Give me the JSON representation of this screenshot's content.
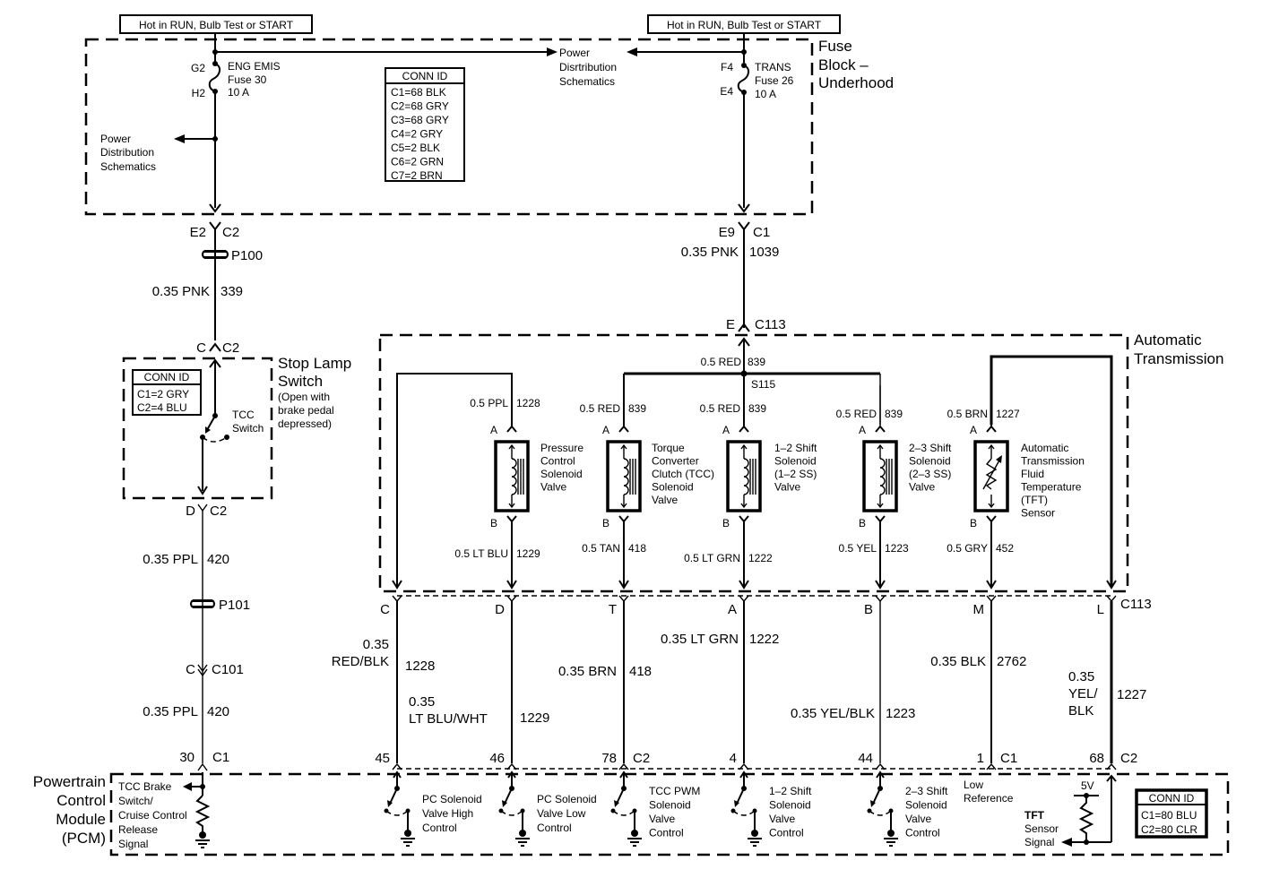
{
  "power_labels": {
    "left": "Hot in RUN, Bulb Test or START",
    "right": "Hot in RUN, Bulb Test or START"
  },
  "fuse_block": {
    "title": [
      "Fuse",
      "Block –",
      "Underhood"
    ],
    "fuse_left": {
      "pin_top": "G2",
      "pin_bottom": "H2",
      "name": "ENG EMIS",
      "fuse": "Fuse 30",
      "rating": "10 A"
    },
    "fuse_right": {
      "pin_top": "F4",
      "pin_bottom": "E4",
      "name": "TRANS",
      "fuse": "Fuse 26",
      "rating": "10 A"
    },
    "power_dist_left": [
      "Power",
      "Distribution",
      "Schematics"
    ],
    "power_dist_center": [
      "Power",
      "Disrtribution",
      "Schematics"
    ],
    "conn_id": {
      "title": "CONN ID",
      "items": [
        "C1=68 BLK",
        "C2=68 GRY",
        "C3=68 GRY",
        "C4=2 GRY",
        "C5=2 BLK",
        "C6=2 GRN",
        "C7=2 BRN"
      ]
    }
  },
  "left_circuit": {
    "fb_conn": {
      "pin": "E2",
      "conn": "C2"
    },
    "p100": "P100",
    "wire1": {
      "gauge": "0.35 PNK",
      "circuit": "339"
    },
    "sls_conn_top": {
      "pin": "C",
      "conn": "C2"
    },
    "sls_conn_bottom": {
      "pin": "D",
      "conn": "C2"
    },
    "wire2": {
      "gauge": "0.35 PPL",
      "circuit": "420"
    },
    "p101": "P101",
    "c101": {
      "pin": "C",
      "conn": "C101"
    },
    "wire3": {
      "gauge": "0.35 PPL",
      "circuit": "420"
    },
    "pcm_conn": {
      "pin": "30",
      "conn": "C1"
    }
  },
  "stop_lamp_switch": {
    "title": [
      "Stop Lamp",
      "Switch"
    ],
    "note": [
      "(Open with",
      "brake pedal",
      "depressed)"
    ],
    "switch_label": [
      "TCC",
      "Switch"
    ],
    "conn_id": {
      "title": "CONN ID",
      "items": [
        "C1=2 GRY",
        "C2=4 BLU"
      ]
    }
  },
  "right_feed": {
    "fb_conn": {
      "pin": "E9",
      "conn": "C1"
    },
    "wire": {
      "gauge": "0.35 PNK",
      "circuit": "1039"
    },
    "c113": {
      "pin": "E",
      "conn": "C113"
    }
  },
  "transmission": {
    "title": [
      "Automatic",
      "Transmission"
    ],
    "feed_wire": {
      "gauge": "0.5 RED",
      "circuit": "839"
    },
    "splice": "S115",
    "components": [
      {
        "id": "pc",
        "name": [
          "Pressure",
          "Control",
          "Solenoid",
          "Valve"
        ],
        "pin_a": "A",
        "pin_b": "B",
        "wire_a": {
          "gauge": "0.5 PPL",
          "circuit": "1228"
        },
        "wire_b": {
          "gauge": "0.5 LT BLU",
          "circuit": "1229"
        }
      },
      {
        "id": "tcc",
        "name": [
          "Torque",
          "Converter",
          "Clutch (TCC)",
          "Solenoid",
          "Valve"
        ],
        "pin_a": "A",
        "pin_b": "B",
        "wire_a": {
          "gauge": "0.5 RED",
          "circuit": "839"
        },
        "wire_b": {
          "gauge": "0.5 TAN",
          "circuit": "418"
        }
      },
      {
        "id": "ss12",
        "name": [
          "1–2 Shift",
          "Solenoid",
          "(1–2 SS)",
          "Valve"
        ],
        "pin_a": "A",
        "pin_b": "B",
        "wire_a": {
          "gauge": "0.5 RED",
          "circuit": "839"
        },
        "wire_b": {
          "gauge": "0.5 LT GRN",
          "circuit": "1222"
        }
      },
      {
        "id": "ss23",
        "name": [
          "2–3 Shift",
          "Solenoid",
          "(2–3 SS)",
          "Valve"
        ],
        "pin_a": "A",
        "pin_b": "B",
        "wire_a": {
          "gauge": "0.5 RED",
          "circuit": "839"
        },
        "wire_b": {
          "gauge": "0.5 YEL",
          "circuit": "1223"
        }
      },
      {
        "id": "tft",
        "name": [
          "Automatic",
          "Transmission",
          "Fluid",
          "Temperature",
          "(TFT)",
          "Sensor"
        ],
        "pin_a": "A",
        "pin_b": "B",
        "wire_a": {
          "gauge": "0.5 BRN",
          "circuit": "1227"
        },
        "wire_b": {
          "gauge": "0.5 GRY",
          "circuit": "452"
        }
      }
    ]
  },
  "c113_pins": [
    "C",
    "D",
    "T",
    "A",
    "B",
    "M",
    "L"
  ],
  "c113_label": "C113",
  "harness_wires": [
    {
      "gauge": [
        "0.35",
        "RED/BLK"
      ],
      "circuit": "1228",
      "pcm_pin": "45",
      "pcm_conn": ""
    },
    {
      "gauge": [
        "0.35",
        "LT BLU/WHT"
      ],
      "circuit": "1229",
      "pcm_pin": "46",
      "pcm_conn": ""
    },
    {
      "gauge": [
        "0.35 BRN"
      ],
      "circuit": "418",
      "pcm_pin": "78",
      "pcm_conn": "C2"
    },
    {
      "gauge": [
        "0.35 LT GRN"
      ],
      "circuit": "1222",
      "pcm_pin": "4",
      "pcm_conn": ""
    },
    {
      "gauge": [
        "0.35 YEL/BLK"
      ],
      "circuit": "1223",
      "pcm_pin": "44",
      "pcm_conn": ""
    },
    {
      "gauge": [
        "0.35 BLK"
      ],
      "circuit": "2762",
      "pcm_pin": "1",
      "pcm_conn": "C1"
    },
    {
      "gauge": [
        "0.35",
        "YEL/",
        "BLK"
      ],
      "circuit": "1227",
      "pcm_pin": "68",
      "pcm_conn": "C2"
    }
  ],
  "pcm": {
    "title": [
      "Powertrain",
      "Control",
      "Module",
      "(PCM)"
    ],
    "tcc_brake": [
      "TCC Brake",
      "Switch/",
      "Cruise Control",
      "Release",
      "Signal"
    ],
    "drivers": [
      [
        "PC Solenoid",
        "Valve High",
        "Control"
      ],
      [
        "PC Solenoid",
        "Valve Low",
        "Control"
      ],
      [
        "TCC PWM",
        "Solenoid",
        "Valve",
        "Control"
      ],
      [
        "1–2 Shift",
        "Solenoid",
        "Valve",
        "Control"
      ],
      [
        "2–3 Shift",
        "Solenoid",
        "Valve",
        "Control"
      ]
    ],
    "low_ref": [
      "Low",
      "Reference"
    ],
    "tft_signal": [
      "TFT",
      "Sensor",
      "Signal"
    ],
    "v5": "5V",
    "conn_id": {
      "title": "CONN ID",
      "items": [
        "C1=80 BLU",
        "C2=80 CLR"
      ]
    }
  }
}
